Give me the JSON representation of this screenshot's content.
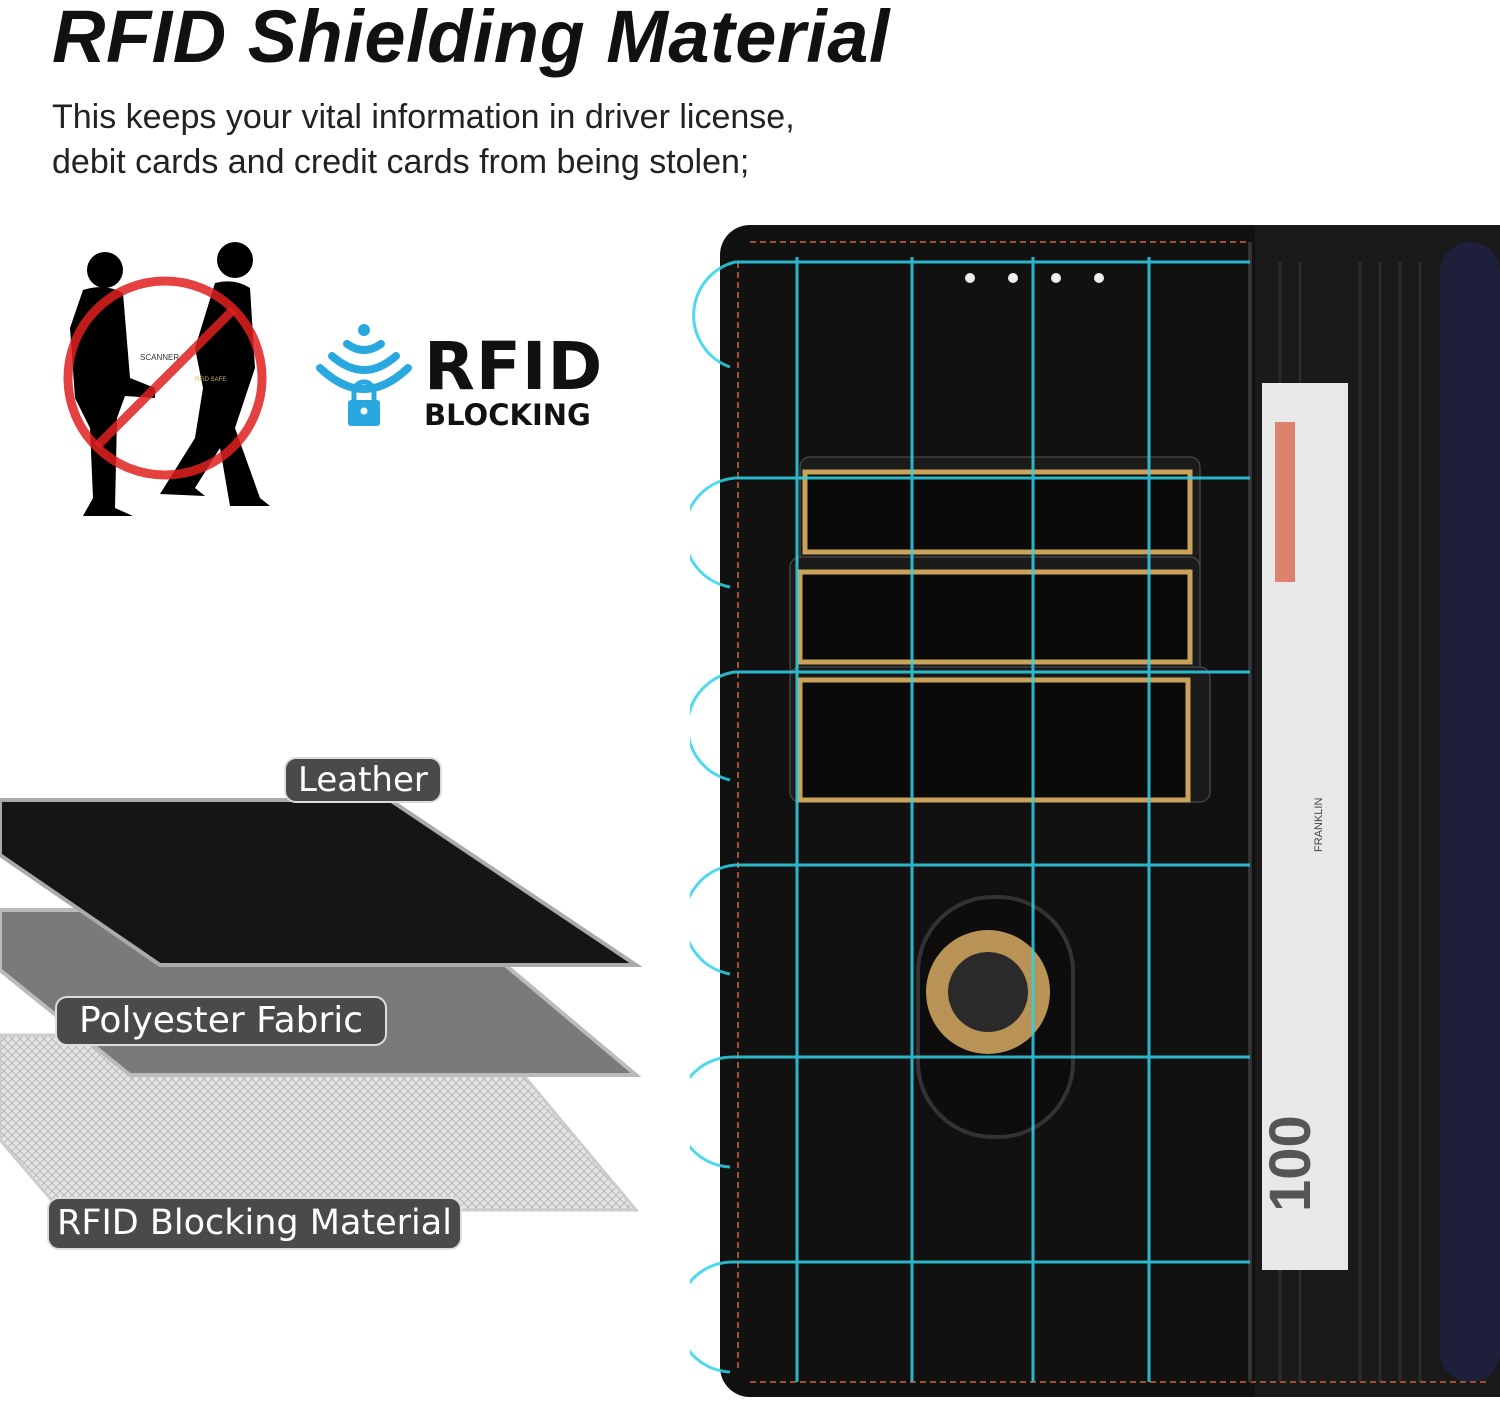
{
  "header": {
    "title": "RFID Shielding Material",
    "subtitle_line1": "This keeps your vital information in driver license,",
    "subtitle_line2": "debit cards and credit cards from being stolen;"
  },
  "illustration": {
    "scanner_label": "SCANNER",
    "badge_text": "RFID SAFE",
    "logo_word": "RFID",
    "logo_sub": "BLOCKING"
  },
  "layers": [
    {
      "label": "Leather"
    },
    {
      "label": "Polyester Fabric"
    },
    {
      "label": "RFID Blocking Material"
    }
  ],
  "wallet": {
    "bill_denomination": "100",
    "bill_name": "FRANKLIN"
  },
  "colors": {
    "accent_cyan": "#2fd3ea",
    "rfid_blue": "#29a8e0",
    "prohibit_red": "#e02020"
  }
}
